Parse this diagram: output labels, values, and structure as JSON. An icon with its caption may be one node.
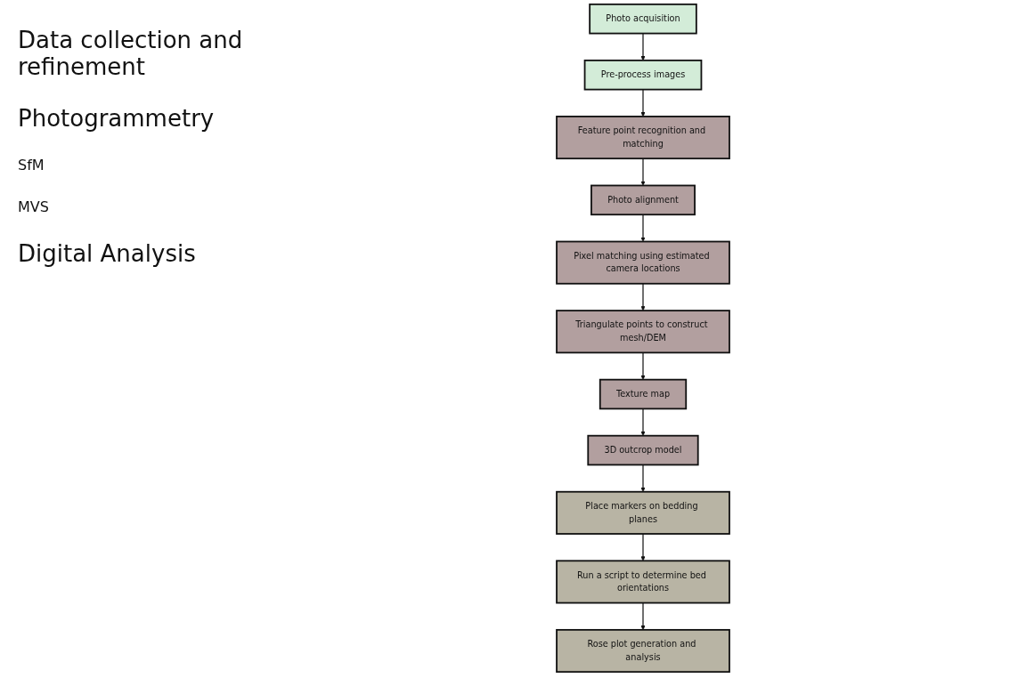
{
  "diagram": {
    "nodes": [
      {
        "text": [
          "Photo acquisition"
        ]
      },
      {
        "text": [
          "Pre-process images"
        ]
      },
      {
        "text": [
          "Feature point recognition and matching"
        ]
      },
      {
        "text": [
          "Photo alignment"
        ]
      },
      {
        "text": [
          "Pixel matching using estimated camera locations"
        ]
      },
      {
        "text": [
          "Triangulate points to construct mesh/DEM"
        ]
      },
      {
        "text": [
          "Texture map"
        ]
      },
      {
        "text": [
          "3D outcrop model"
        ]
      },
      {
        "text": [
          "Place markers on bedding planes"
        ]
      },
      {
        "text": [
          "Run a script to determine bed orientations"
        ]
      },
      {
        "text": [
          "Rose plot generation and analysis"
        ]
      }
    ],
    "edges": [
      {
        "from": 0,
        "to": 1,
        "arrow": "to"
      },
      {
        "from": 1,
        "to": 2,
        "arrow": "to"
      },
      {
        "from": 2,
        "to": 3,
        "arrow": "to"
      },
      {
        "from": 3,
        "to": 4,
        "arrow": "to"
      },
      {
        "from": 4,
        "to": 5,
        "arrow": "to"
      },
      {
        "from": 5,
        "to": 6,
        "arrow": "to"
      },
      {
        "from": 6,
        "to": 7,
        "arrow": "to"
      },
      {
        "from": 7,
        "to": 8,
        "arrow": "to"
      },
      {
        "from": 8,
        "to": 9,
        "arrow": "to"
      },
      {
        "from": 9,
        "to": 10,
        "arrow": "to"
      }
    ],
    "labels": [
      "Data collection and refinement",
      "Photogrammetry",
      "SfM",
      "MVS",
      "Digital Analysis"
    ]
  }
}
